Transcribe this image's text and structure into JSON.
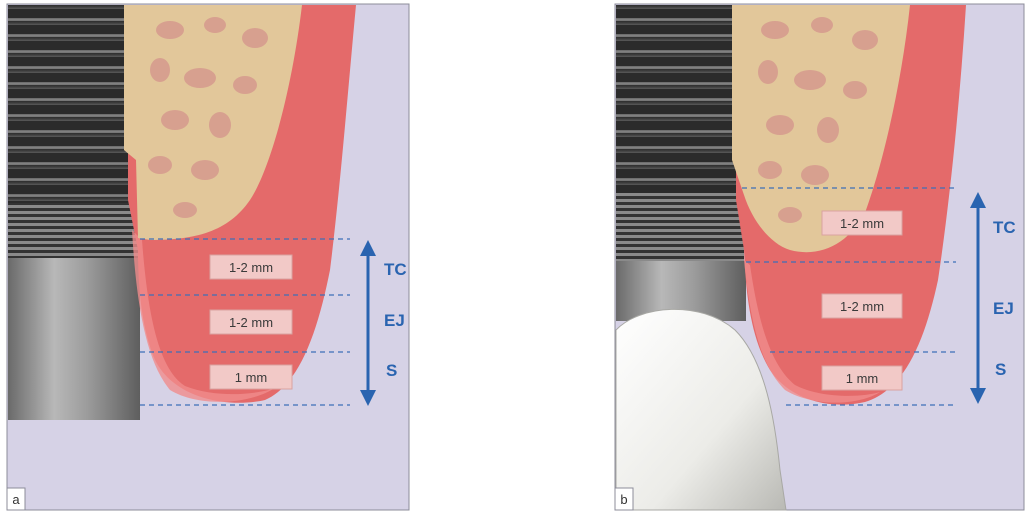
{
  "panels": [
    {
      "id": "a",
      "letter": "a",
      "measurements": [
        "1-2 mm",
        "1-2 mm",
        "1 mm"
      ],
      "zones": [
        "TC",
        "EJ",
        "S"
      ]
    },
    {
      "id": "b",
      "letter": "b",
      "measurements": [
        "1-2 mm",
        "1-2 mm",
        "1 mm"
      ],
      "zones": [
        "TC",
        "EJ",
        "S"
      ]
    }
  ],
  "colors": {
    "background": "#d6d2e6",
    "gingiva": "#e46a6a",
    "gingiva_edge": "#f08c8c",
    "bone": "#e2c79a",
    "bone_pore": "#d69a8e",
    "implant_thread": "#4a4a4a",
    "abutment": "#9a9a9a",
    "crown": "#f0f0ee",
    "arrow": "#2a64b0",
    "label_box": "#f2c9c7",
    "label_text": "#3a3a3a"
  },
  "icons": [
    "dental-implant-thread-icon",
    "abutment-icon",
    "crown-icon",
    "double-arrow-icon"
  ]
}
